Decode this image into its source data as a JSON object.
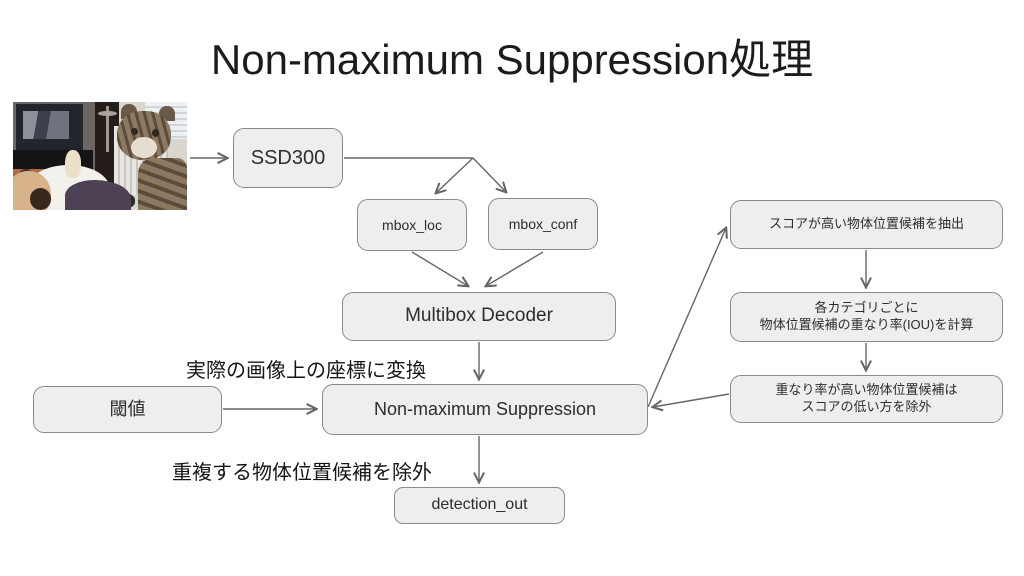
{
  "title": "Non-maximum Suppression処理",
  "photo": {
    "alt": "dog-and-cat-living-room-photo"
  },
  "diagram": {
    "nodes": {
      "ssd300": "SSD300",
      "mbox_loc": "mbox_loc",
      "mbox_conf": "mbox_conf",
      "multibox_decoder": "Multibox Decoder",
      "nms": "Non-maximum Suppression",
      "threshold": "閾値",
      "detection_out": "detection_out",
      "extract_high_score": "スコアが高い物体位置候補を抽出",
      "calc_iou_line1": "各カテゴリごとに",
      "calc_iou_line2": "物体位置候補の重なり率(IOU)を計算",
      "exclude_low_line1": "重なり率が高い物体位置候補は",
      "exclude_low_line2": "スコアの低い方を除外"
    },
    "annotations": {
      "convert_coords": "実際の画像上の座標に変換",
      "remove_duplicates": "重複する物体位置候補を除外"
    },
    "colors": {
      "node_fill": "#eeeeee",
      "node_border": "#8a8a8a",
      "arrow": "#666666",
      "text": "#1b1b1b"
    }
  }
}
